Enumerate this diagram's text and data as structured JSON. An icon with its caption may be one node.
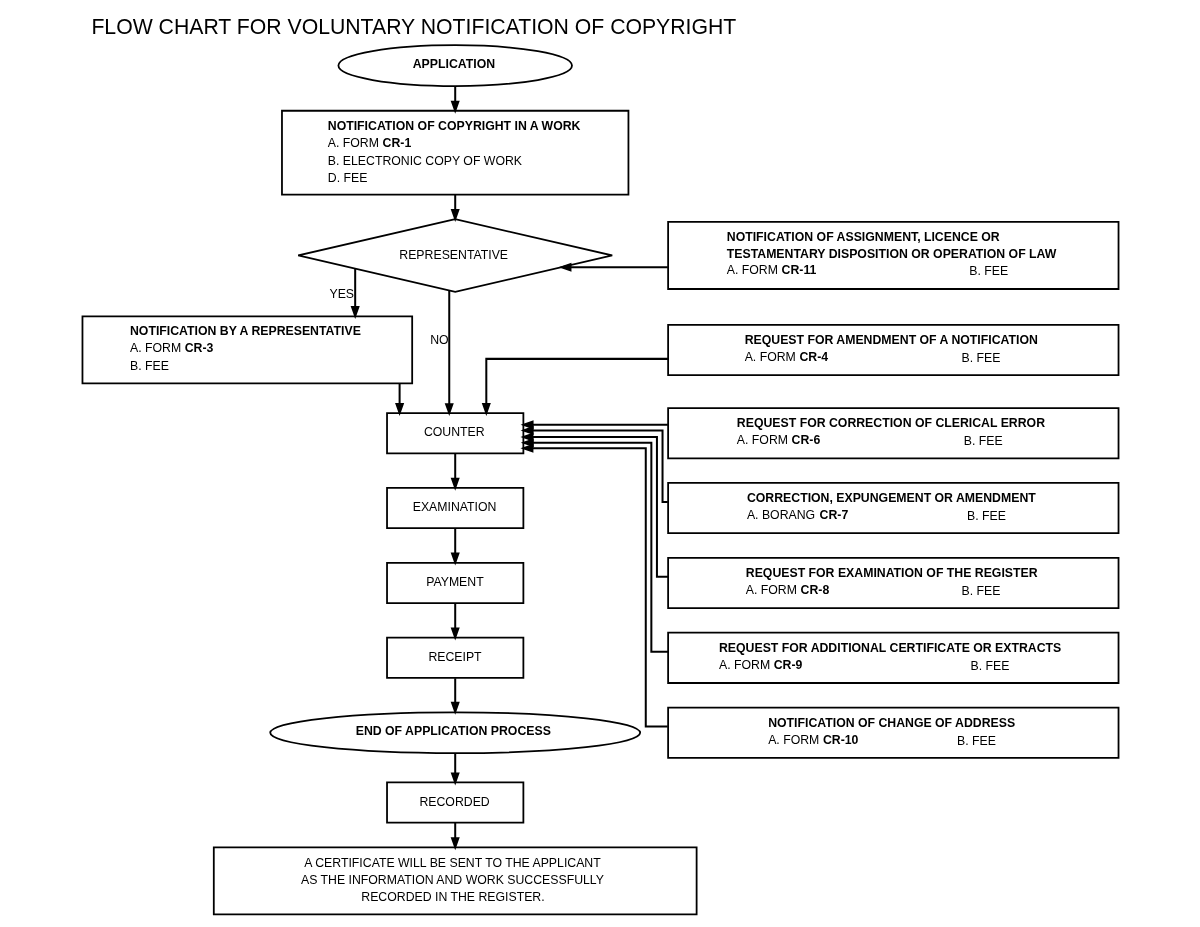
{
  "diagram": {
    "title": "FLOW CHART FOR VOLUNTARY NOTIFICATION OF COPYRIGHT",
    "nodes": [
      {
        "text": [
          "APPLICATION"
        ]
      },
      {
        "text": [
          "NOTIFICATION OF COPYRIGHT IN A WORK",
          "A. FORM **CR-1**",
          "B. ELECTRONIC COPY OF WORK",
          "D. FEE"
        ]
      },
      {
        "text": [
          "REPRESENTATIVE"
        ]
      },
      {
        "text": [
          "NOTIFICATION OF ASSIGNMENT, LICENCE OR TESTAMENTARY DISPOSITION OR OPERATION OF LAW",
          "A. FORM **CR-11**",
          "B. FEE"
        ]
      },
      {
        "text": [
          "NOTIFICATION BY A REPRESENTATIVE",
          "A. FORM **CR-3**",
          "B. FEE"
        ]
      },
      {
        "text": [
          "REQUEST FOR AMENDMENT OF A NOTIFICATION",
          "A. FORM **CR-4**",
          "B. FEE"
        ]
      },
      {
        "text": [
          "COUNTER"
        ]
      },
      {
        "text": [
          "REQUEST FOR CORRECTION OF CLERICAL ERROR",
          "A. FORM **CR-6**",
          "B. FEE"
        ]
      },
      {
        "text": [
          "EXAMINATION"
        ]
      },
      {
        "text": [
          "CORRECTION, EXPUNGEMENT OR AMENDMENT",
          "A. BORANG **CR-7**",
          "B. FEE"
        ]
      },
      {
        "text": [
          "PAYMENT"
        ]
      },
      {
        "text": [
          "REQUEST FOR EXAMINATION OF THE REGISTER",
          "A. FORM **CR-8**",
          "B. FEE"
        ]
      },
      {
        "text": [
          "RECEIPT"
        ]
      },
      {
        "text": [
          "REQUEST FOR ADDITIONAL CERTIFICATE OR EXTRACTS",
          "A. FORM **CR-9**",
          "B. FEE"
        ]
      },
      {
        "text": [
          "END OF APPLICATION PROCESS"
        ]
      },
      {
        "text": [
          "NOTIFICATION OF CHANGE OF ADDRESS",
          "A. FORM **CR-10**",
          "B. FEE"
        ]
      },
      {
        "text": [
          "RECORDED"
        ]
      },
      {
        "text": [
          "A CERTIFICATE WILL BE SENT TO THE APPLICANT AS THE INFORMATION AND WORK SUCCESSFULLY RECORDED IN THE REGISTER."
        ]
      }
    ],
    "edges": [
      {
        "from": 0,
        "to": 1,
        "arrow": "to"
      },
      {
        "from": 1,
        "to": 2,
        "arrow": "to"
      },
      {
        "from": 3,
        "to": 2,
        "arrow": "to"
      },
      {
        "from": 2,
        "to": 4,
        "arrow": "to",
        "label": "YES"
      },
      {
        "from": 2,
        "to": 6,
        "arrow": "to",
        "label": "NO"
      },
      {
        "from": 4,
        "to": 6,
        "arrow": "to"
      },
      {
        "from": 5,
        "to": 6,
        "arrow": "to"
      },
      {
        "from": 7,
        "to": 6,
        "arrow": "to"
      },
      {
        "from": 9,
        "to": 6,
        "arrow": "to"
      },
      {
        "from": 11,
        "to": 6,
        "arrow": "to"
      },
      {
        "from": 13,
        "to": 6,
        "arrow": "to"
      },
      {
        "from": 15,
        "to": 6,
        "arrow": "to"
      },
      {
        "from": 6,
        "to": 8,
        "arrow": "to"
      },
      {
        "from": 8,
        "to": 10,
        "arrow": "to"
      },
      {
        "from": 10,
        "to": 12,
        "arrow": "to"
      },
      {
        "from": 12,
        "to": 14,
        "arrow": "to"
      },
      {
        "from": 14,
        "to": 16,
        "arrow": "to"
      },
      {
        "from": 16,
        "to": 17,
        "arrow": "to"
      }
    ]
  }
}
